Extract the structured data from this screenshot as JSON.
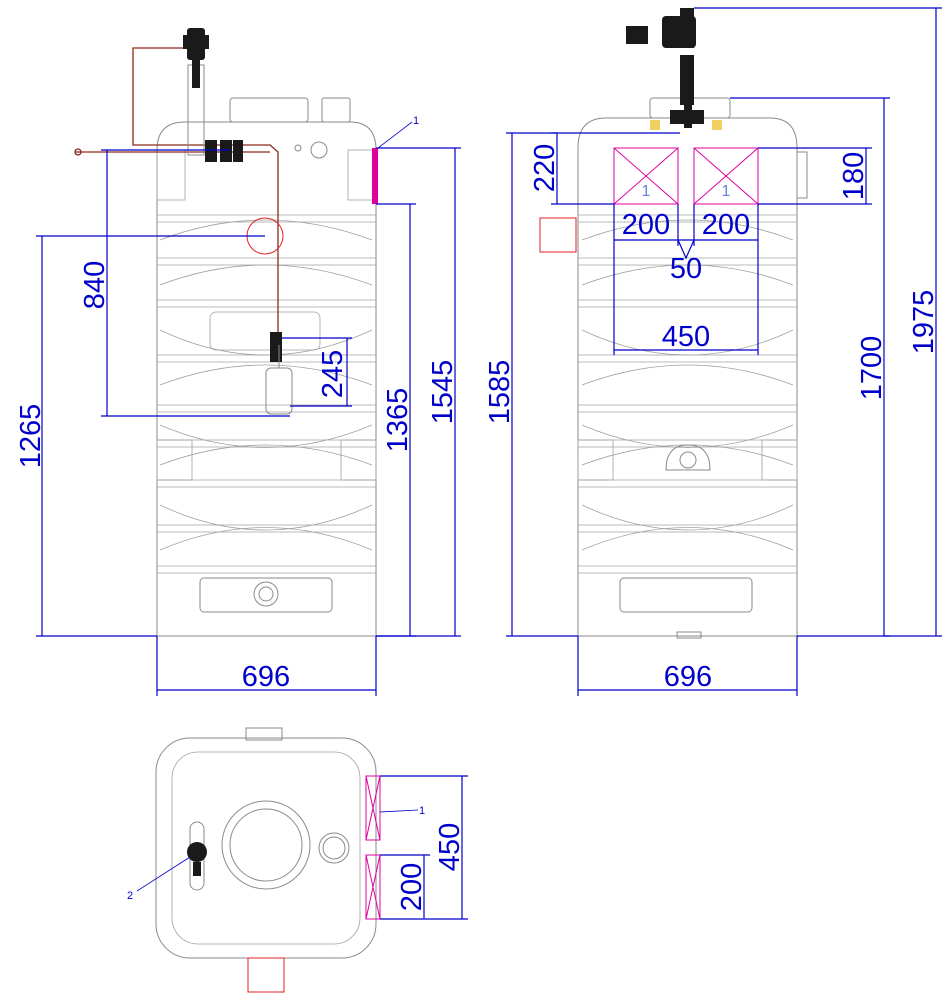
{
  "front_view": {
    "width_label": "696",
    "height_1265": "1265",
    "height_840": "840",
    "height_245": "245",
    "height_1365": "1365",
    "height_1545": "1545",
    "callout_1": "1"
  },
  "side_view": {
    "width_label": "696",
    "height_1585": "1585",
    "height_1700": "1700",
    "height_1975": "1975",
    "dim_220": "220",
    "dim_180": "180",
    "dim_200_left": "200",
    "dim_200_right": "200",
    "dim_50": "50",
    "dim_450": "450",
    "box_label_left": "1",
    "box_label_right": "1"
  },
  "top_view": {
    "dim_450": "450",
    "dim_200": "200",
    "callout_1": "1",
    "callout_2": "2"
  },
  "colors": {
    "dimension": "#0000cc",
    "tank_outline": "#8a8a8a",
    "magenta_marker": "#e000a0",
    "red_marker": "#e02020",
    "pipe": "#8b2a1a"
  }
}
